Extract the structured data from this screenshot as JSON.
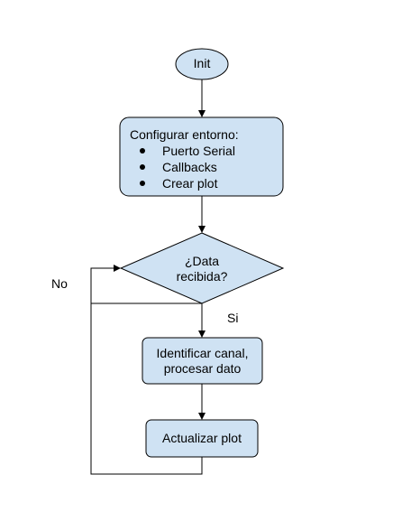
{
  "colors": {
    "node_fill": "#cfe2f3",
    "stroke": "#000000",
    "background": "#ffffff"
  },
  "nodes": {
    "start": {
      "label": "Init"
    },
    "configure": {
      "title": "Configurar entorno:",
      "items": [
        "Puerto Serial",
        "Callbacks",
        "Crear plot"
      ]
    },
    "decision": {
      "line1": "¿Data",
      "line2": "recibida?"
    },
    "process": {
      "line1": "Identificar canal,",
      "line2": "procesar dato"
    },
    "update": {
      "label": "Actualizar plot"
    }
  },
  "edges": {
    "yes_label": "Si",
    "no_label": "No"
  }
}
